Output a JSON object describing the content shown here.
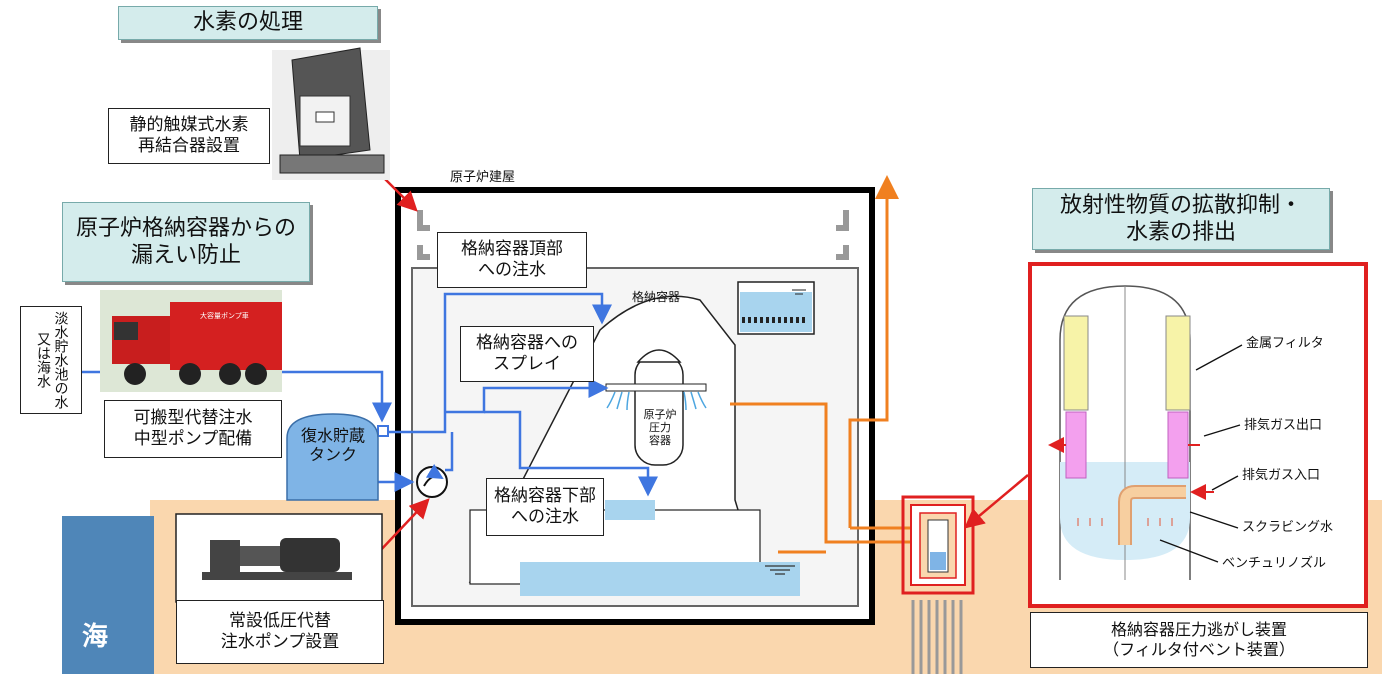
{
  "titles": {
    "hydrogen_treatment": "水素の処理",
    "leak_prevention": "原子炉格納容器からの\n漏えい防止",
    "release_hydrogen": "放射性物質の拡散抑制・\n水素の排出"
  },
  "labels": {
    "catalyst": "静的触媒式水素\n再結合器設置",
    "reactor_building": "原子炉建屋",
    "containment_top_water": "格納容器頂部\nへの注水",
    "containment": "格納容器",
    "containment_spray": "格納容器への\nスプレイ",
    "pressure_vessel": "原子炉\n圧力\n容器",
    "containment_bottom_water": "格納容器下部\nへの注水",
    "fresh_water": "淡水貯水池の水\n又は海水",
    "portable_pump": "可搬型代替注水\n中型ポンプ配備",
    "condensate_tank": "復水貯蔵\nタンク",
    "permanent_pump": "常設低圧代替\n注水ポンプ設置",
    "sea": "海",
    "filter_vent": "格納容器圧力逃がし装置\n（フィルタ付ベント装置）",
    "fire_truck_text": "大容量ポンプ車"
  },
  "filter_callouts": {
    "metal_filter": "金属フィルタ",
    "exhaust_out": "排気ガス出口",
    "exhaust_in": "排気ガス入口",
    "scrubbing_water": "スクラビング水",
    "venturi_nozzle": "ベンチュリノズル"
  },
  "colors": {
    "title_bg": "#d4ecec",
    "ground": "#fad7ae",
    "sea": "#4f86b8",
    "water": "#a8d4ee",
    "blue_pipe": "#3f76e0",
    "orange_pipe": "#f08020",
    "red_frame": "#e02020",
    "tank": "#7fb4e6"
  }
}
